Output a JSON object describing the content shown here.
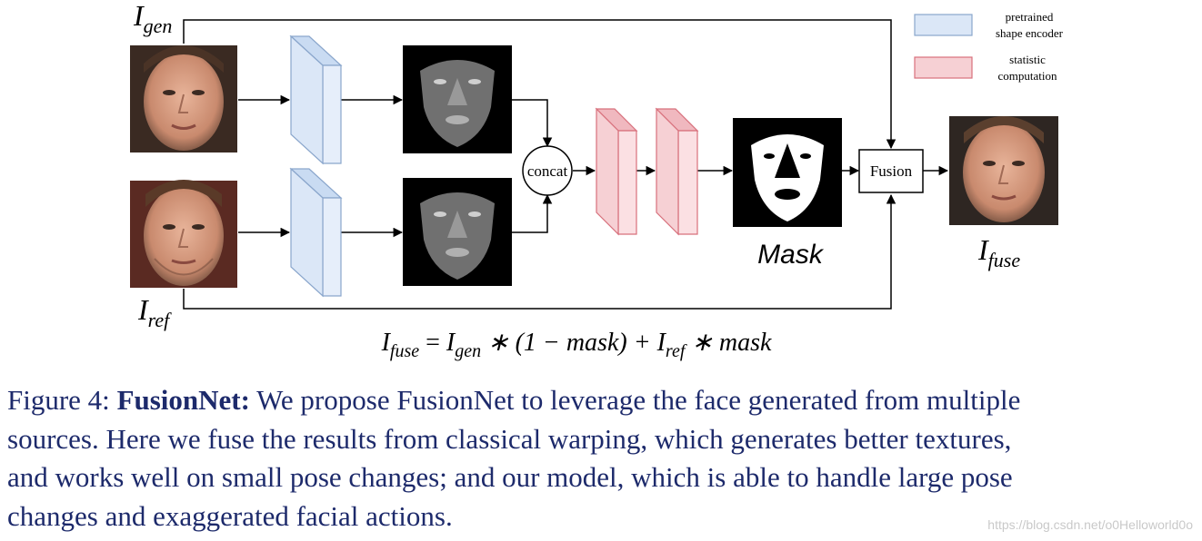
{
  "labels": {
    "i_gen_main": "I",
    "i_gen_sub": "gen",
    "i_ref_main": "I",
    "i_ref_sub": "ref",
    "i_fuse_main": "I",
    "i_fuse_sub": "fuse",
    "concat": "concat",
    "fusion": "Fusion",
    "mask": "Mask"
  },
  "legend": {
    "encoder_line1": "pretrained",
    "encoder_line2": "shape encoder",
    "stats_line1": "statistic",
    "stats_line2": "computation"
  },
  "formula": {
    "i1": "I",
    "s1": "fuse",
    "eq": " = ",
    "i2": "I",
    "s2": "gen",
    "mid": " ∗ (1 − mask) + ",
    "i3": "I",
    "s3": "ref",
    "end": " ∗ mask"
  },
  "caption": {
    "prefix": "Figure 4: ",
    "bold": "FusionNet:",
    "line1_rest": " We propose FusionNet to leverage the face generated from multiple",
    "line2": "sources.  Here we fuse the results from classical warping, which generates better textures,",
    "line3": "and works well on small pose changes; and our model, which is able to handle large pose",
    "line4": "changes and exaggerated facial actions."
  },
  "watermark": "https://blog.csdn.net/o0Helloworld0o",
  "colors": {
    "encoder_fill": "#dbe7f7",
    "encoder_stroke": "#8aa6cc",
    "stats_fill": "#f6d0d4",
    "stats_stroke": "#d8707c",
    "caption_text": "#1d2a6b"
  }
}
